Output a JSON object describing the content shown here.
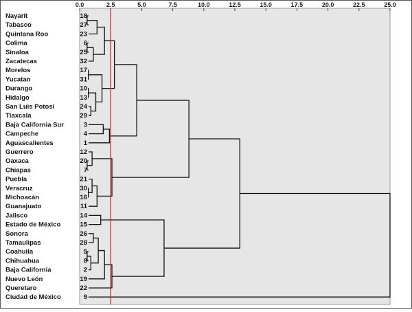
{
  "chart_data": {
    "type": "dendrogram",
    "xlim": [
      0,
      25
    ],
    "x_ticks": [
      "0.0",
      "2.5",
      "5.0",
      "7.5",
      "10.0",
      "12.5",
      "15.0",
      "17.5",
      "20.0",
      "22.5",
      "25.0"
    ],
    "cut_line": 2.5,
    "cut_line_color": "#c0392b",
    "leaves": [
      {
        "label": "Nayarit",
        "id": "18"
      },
      {
        "label": "Tabasco",
        "id": "27"
      },
      {
        "label": "Quintana Roo",
        "id": "23"
      },
      {
        "label": "Colima",
        "id": "6"
      },
      {
        "label": "Sinaloa",
        "id": "25"
      },
      {
        "label": "Zacatecas",
        "id": "32"
      },
      {
        "label": "Morelos",
        "id": "17"
      },
      {
        "label": "Yucatan",
        "id": "31"
      },
      {
        "label": "Durango",
        "id": "10"
      },
      {
        "label": "Hidalgo",
        "id": "13"
      },
      {
        "label": "San Luis Potosí",
        "id": "24"
      },
      {
        "label": "Tlaxcala",
        "id": "29"
      },
      {
        "label": "Baja California Sur",
        "id": "3"
      },
      {
        "label": "Campeche",
        "id": "4"
      },
      {
        "label": "Aguascalientes",
        "id": "1"
      },
      {
        "label": "Guerrero",
        "id": "12"
      },
      {
        "label": "Oaxaca",
        "id": "20"
      },
      {
        "label": "Chiapas",
        "id": "7"
      },
      {
        "label": "Puebla",
        "id": "21"
      },
      {
        "label": "Veracruz",
        "id": "30"
      },
      {
        "label": "Michoacán",
        "id": "16"
      },
      {
        "label": "Guanajuato",
        "id": "11"
      },
      {
        "label": "Jalisco",
        "id": "14"
      },
      {
        "label": "Estado de México",
        "id": "15"
      },
      {
        "label": "Sonora",
        "id": "26"
      },
      {
        "label": "Tamaulipas",
        "id": "28"
      },
      {
        "label": "Coahuila",
        "id": "5"
      },
      {
        "label": "Chihuahua",
        "id": "8"
      },
      {
        "label": "Baja California",
        "id": "2"
      },
      {
        "label": "Nuevo León",
        "id": "19"
      },
      {
        "label": "Queretaro",
        "id": "22"
      },
      {
        "label": "Ciudad de México",
        "id": "9"
      }
    ],
    "merges": [
      {
        "a": 0,
        "b": 1,
        "h": 0.6
      },
      {
        "a": "m0",
        "b": 2,
        "h": 1.4
      },
      {
        "a": 3,
        "b": 4,
        "h": 0.6
      },
      {
        "a": "m2",
        "b": 5,
        "h": 1.1
      },
      {
        "a": "m1",
        "b": "m3",
        "h": 2.0
      },
      {
        "a": 6,
        "b": 7,
        "h": 0.7
      },
      {
        "a": 8,
        "b": 9,
        "h": 0.7
      },
      {
        "a": 10,
        "b": 11,
        "h": 0.9
      },
      {
        "a": "m6",
        "b": "m7",
        "h": 1.3
      },
      {
        "a": "m5",
        "b": "m8",
        "h": 1.8
      },
      {
        "a": "m4",
        "b": "m9",
        "h": 2.8
      },
      {
        "a": 12,
        "b": 13,
        "h": 1.9
      },
      {
        "a": "m11",
        "b": 14,
        "h": 2.4
      },
      {
        "a": 16,
        "b": 17,
        "h": 0.6
      },
      {
        "a": 15,
        "b": "m13",
        "h": 1.0
      },
      {
        "a": 19,
        "b": 20,
        "h": 0.7
      },
      {
        "a": 18,
        "b": "m15",
        "h": 1.0
      },
      {
        "a": "m16",
        "b": 21,
        "h": 1.4
      },
      {
        "a": "m14",
        "b": "m17",
        "h": 2.6
      },
      {
        "a": "m10",
        "b": "m12",
        "h": 4.6
      },
      {
        "a": "m19",
        "b": "m18",
        "h": 8.8
      },
      {
        "a": 22,
        "b": 23,
        "h": 1.7
      },
      {
        "a": 24,
        "b": 25,
        "h": 1.1
      },
      {
        "a": 26,
        "b": 27,
        "h": 0.6
      },
      {
        "a": "m23",
        "b": 28,
        "h": 0.9
      },
      {
        "a": "m22",
        "b": "m24",
        "h": 1.5
      },
      {
        "a": "m25",
        "b": 29,
        "h": 2.0
      },
      {
        "a": "m26",
        "b": 30,
        "h": 2.6
      },
      {
        "a": "m21",
        "b": "m27",
        "h": 6.8
      },
      {
        "a": "m20",
        "b": "m28",
        "h": 12.9
      },
      {
        "a": "m29",
        "b": 31,
        "h": 25.0
      }
    ]
  }
}
